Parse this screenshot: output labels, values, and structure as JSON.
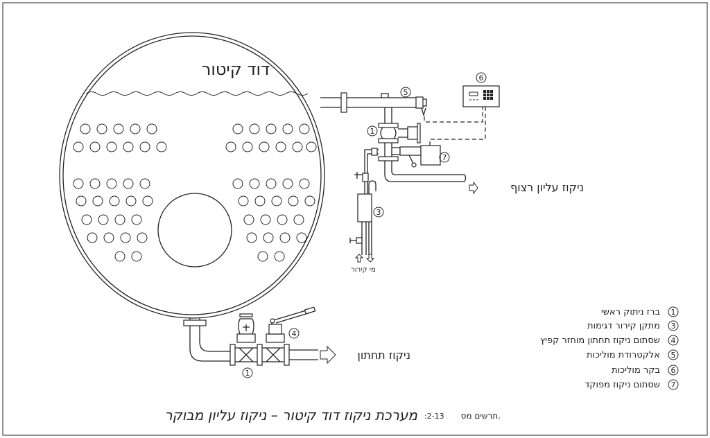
{
  "boiler": {
    "title": "דוד קיטור"
  },
  "callouts": {
    "n1": "1",
    "n3": "3",
    "n4": "4",
    "n5": "5",
    "n6": "6",
    "n7": "7"
  },
  "outlets": {
    "top_continuous": "ניקוז עליון רצוף",
    "bottom": "ניקוז תחתון",
    "cooling_water": "מי קירור"
  },
  "legend": [
    {
      "num": "1",
      "label": "ברז ניתוק ראשי"
    },
    {
      "num": "3",
      "label": "מתקן קירור דגימות"
    },
    {
      "num": "4",
      "label": "שסתום ניקוז תחתון מוחזר קפיץ"
    },
    {
      "num": "5",
      "label": "אלקטרודת מוליכות"
    },
    {
      "num": "6",
      "label": "בקר מוליכות"
    },
    {
      "num": "7",
      "label": "שסתום ניקוז מפוקד"
    }
  ],
  "footer": {
    "drawing_label": "תרשים מס.",
    "drawing_number": ":2-13",
    "title": "מערכת ניקוז דוד קיטור – ניקוז עליון מבוקר"
  }
}
